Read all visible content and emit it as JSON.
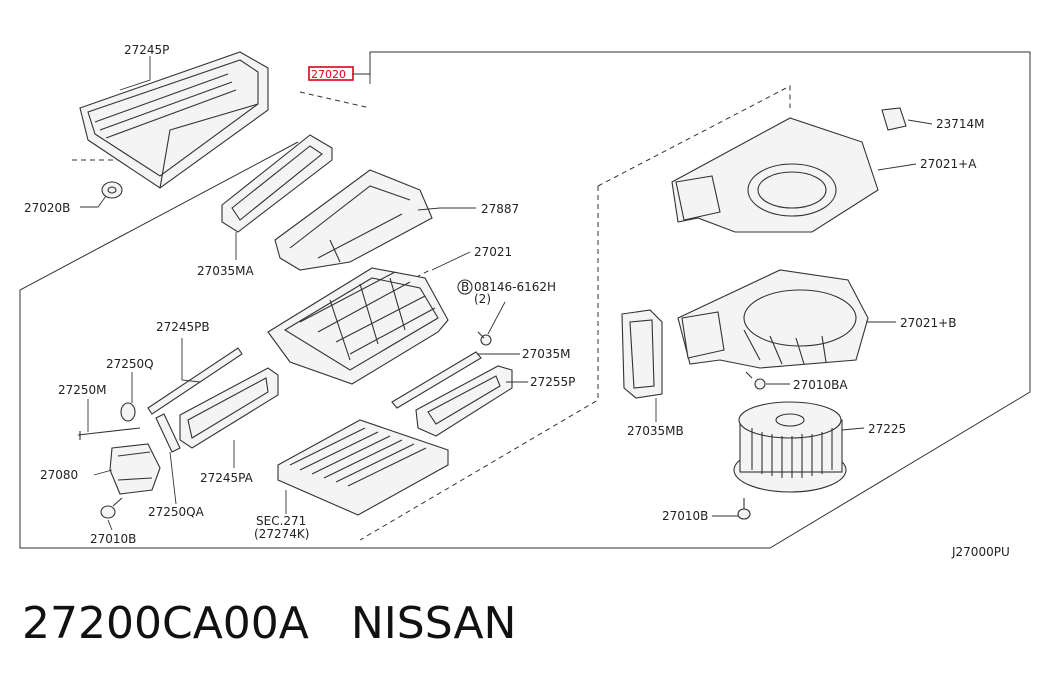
{
  "diagram_code": "J27000PU",
  "caption": {
    "part_number": "27200CA00A",
    "brand": "NISSAN"
  },
  "highlight_color": "#e0001b",
  "labels": {
    "p27245P": "27245P",
    "p27020": "27020",
    "p27020B": "27020B",
    "p27035MA": "27035MA",
    "p27887": "27887",
    "p23714M": "23714M",
    "p27021A": "27021+A",
    "p27021": "27021",
    "p08146": "08146-6162H",
    "p08146q": "(2)",
    "p27245PB": "27245PB",
    "p27250Q": "27250Q",
    "p27250M": "27250M",
    "p27035M": "27035M",
    "p27255P": "27255P",
    "p27021B": "27021+B",
    "p27010BA": "27010BA",
    "p27035MB": "27035MB",
    "p27225": "27225",
    "p27080": "27080",
    "p27245PA": "27245PA",
    "p27250QA": "27250QA",
    "p27010B": "27010B",
    "p27010B2": "27010B",
    "sec271": "SEC.271",
    "sec27274K": "(27274K)"
  }
}
